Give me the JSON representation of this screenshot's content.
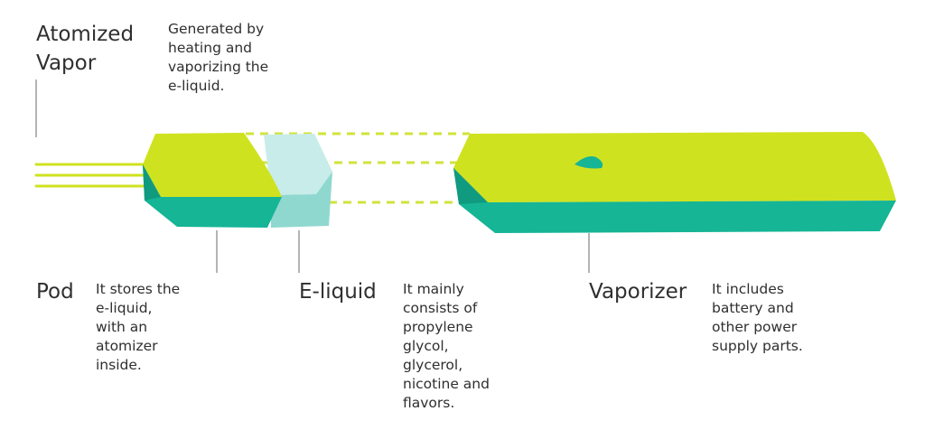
{
  "colors": {
    "lime": "#cfe21f",
    "lime_light": "#d7ea32",
    "teal": "#15b596",
    "teal_dark": "#109a80",
    "liquid_light": "#c8ece9",
    "liquid_mid": "#8fd8cf",
    "dash": "#d2e33b",
    "line": "#9a9a9a",
    "text": "#2f2f2f"
  },
  "atomized_vapor": {
    "title": "Atomized\nVapor",
    "description": "Generated by\nheating and\nvaporizing the\ne-liquid."
  },
  "pod": {
    "title": "Pod",
    "description": "It stores the\ne-liquid,\nwith an\natomizer\ninside."
  },
  "e_liquid": {
    "title": "E-liquid",
    "description": "It mainly\nconsists of\npropylene\nglycol,\nglycerol,\nnicotine and\nflavors."
  },
  "vaporizer": {
    "title": "Vaporizer",
    "description": "It includes\nbattery and\nother power\nsupply parts."
  }
}
